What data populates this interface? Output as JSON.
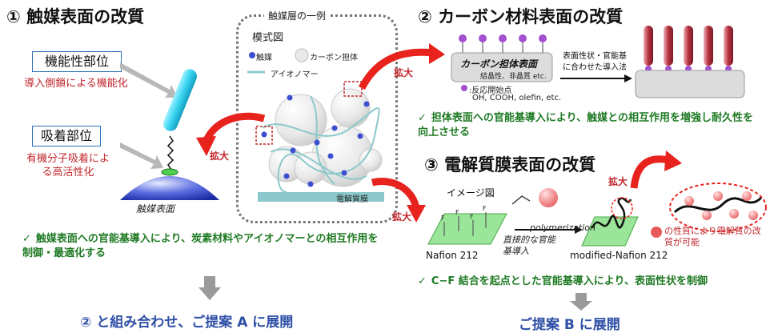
{
  "section1": {
    "title": "① 触媒表面の改質",
    "label_functional": "機能性部位",
    "desc_functional": "導入側鎖による機能化",
    "label_adsorption": "吸着部位",
    "desc_adsorption": "有機分子吸着による高活性化",
    "catalyst_surface": "触媒表面",
    "bullet": "触媒表面への官能基導入により、炭素材料やアイオノマーとの相互作用を制御・最適化する"
  },
  "model": {
    "frame_title": "触媒層の一例",
    "subtitle": "模式図",
    "legend_catalyst": "触媒",
    "legend_carbon": "カーボン担体",
    "legend_ionomer": "アイオノマー",
    "membrane_label": "電解質膜"
  },
  "expand_labels": [
    "拡大",
    "拡大",
    "拡大",
    "拡大"
  ],
  "section2": {
    "title": "② カーボン材料表面の改質",
    "support_surface": "カーボン担体表面",
    "support_props": "結晶性、非晶質 etc.",
    "reaction_points": ":反応開始点",
    "reaction_groups": "OH, COOH, olefin, etc.",
    "method": "表面性状・官能基に合わせた導入法",
    "bullet": "担体表面への官能基導入により、触媒との相互作用を増強し耐久性を向上させる"
  },
  "section3": {
    "title": "③ 電解質膜表面の改質",
    "image_label": "イメージ図",
    "polymerization": "polymerization",
    "direct_intro": "直接的な官能基導入",
    "nafion": "Nafion 212",
    "modified_nafion": "modified-Nafion 212",
    "property_note": "の性質により電解質の改質が可能",
    "bullet": "C−F 結合を起点とした官能基導入により、表面性状を制御"
  },
  "bottom": {
    "left": "② と組み合わせ、ご提案 A に展開",
    "right": "ご提案 B に展開"
  },
  "colors": {
    "arrow_red": "#e8231e",
    "accent_blue": "#2f6fb8",
    "green_text": "#1f7a24",
    "nafion_green": "#9be59b",
    "membrane_teal": "#8cc9cc",
    "catalyst_blue": "#3d4fd1",
    "functional_cyan": "#38d3f0",
    "pillar_red": "#b5323f",
    "purple_head": "#a24fd0"
  }
}
